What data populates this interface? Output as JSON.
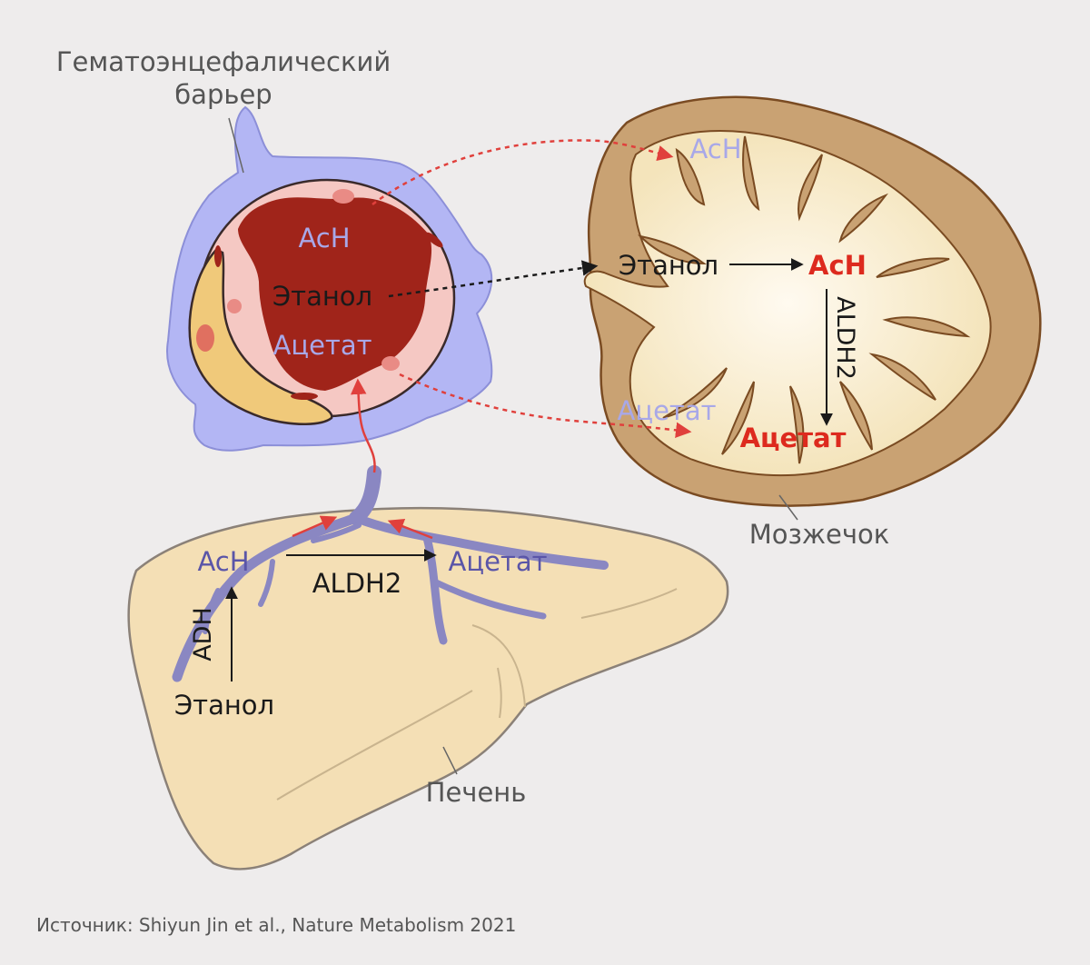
{
  "bbb": {
    "title_line1": "Гематоэнцефалический",
    "title_line2": "барьер",
    "ach": "AcH",
    "ethanol": "Этанол",
    "acetate": "Ацетат"
  },
  "cerebellum": {
    "name": "Мозжечок",
    "ach_in": "AcH",
    "ethanol": "Этанол",
    "ach_made": "AcH",
    "enzyme": "ALDH2",
    "acetate_in": "Ацетат",
    "acetate_made": "Ацетат"
  },
  "liver": {
    "name": "Печень",
    "ethanol": "Этанол",
    "adh": "ADH",
    "ach": "AcH",
    "aldh2": "ALDH2",
    "acetate": "Ацетат"
  },
  "source": "Источник: Shiyun Jin et al., Nature Metabolism 2021",
  "colors": {
    "background": "#eeecec",
    "vessel_wall": "#b3b6f4",
    "vessel_wall_stroke": "#8c8fd8",
    "lumen_pink": "#f5c8c3",
    "blood": "#a0241a",
    "astrocyte": "#f0c97a",
    "liver_fill": "#f4dfb5",
    "liver_vessel": "#8a87c2",
    "cerebellum_outer": "#c9a273",
    "cerebellum_folia": "#f4e4bb",
    "cerebellum_outline": "#7a4b22",
    "arrow_red": "#e0403c",
    "text_dark": "#1a1a1a",
    "text_gray": "#555555",
    "text_lilac": "#a8a8e8",
    "text_purple": "#5a55a8",
    "text_red": "#dd2a1e"
  }
}
